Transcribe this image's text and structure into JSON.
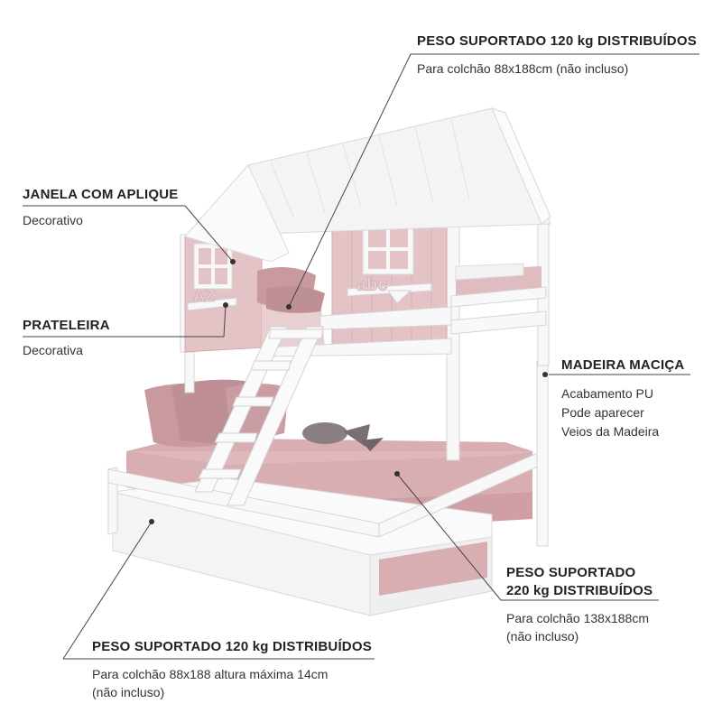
{
  "annotations": {
    "top_weight": {
      "title": "PESO SUPORTADO 120 kg DISTRIBUÍDOS",
      "desc": "Para colchão 88x188cm (não incluso)"
    },
    "window": {
      "title": "JANELA COM APLIQUE",
      "desc": "Decorativo"
    },
    "shelf": {
      "title": "PRATELEIRA",
      "desc": "Decorativa"
    },
    "wood": {
      "title": "MADEIRA MACIÇA",
      "desc_lines": [
        "Acabamento PU",
        "Pode aparecer",
        "Veios da Madeira"
      ]
    },
    "middle_weight": {
      "title_lines": [
        "PESO SUPORTADO",
        "220 kg DISTRIBUÍDOS"
      ],
      "desc_lines": [
        "Para colchão 138x188cm",
        "(não incluso)"
      ]
    },
    "trundle_weight": {
      "title": "PESO SUPORTADO 120 kg DISTRIBUÍDOS",
      "desc_lines": [
        "Para colchão 88x188 altura máxima 14cm",
        "(não incluso)"
      ]
    }
  },
  "decor_letters": {
    "left": "AZ",
    "right": "abc"
  },
  "colors": {
    "pink_wall": "#e3c3c6",
    "pink_mattress": "#d9aeb3",
    "pink_pillow": "#c89aa0",
    "white_wood": "#f6f6f6",
    "outline": "#cfcfcf",
    "leader": "#444444"
  }
}
